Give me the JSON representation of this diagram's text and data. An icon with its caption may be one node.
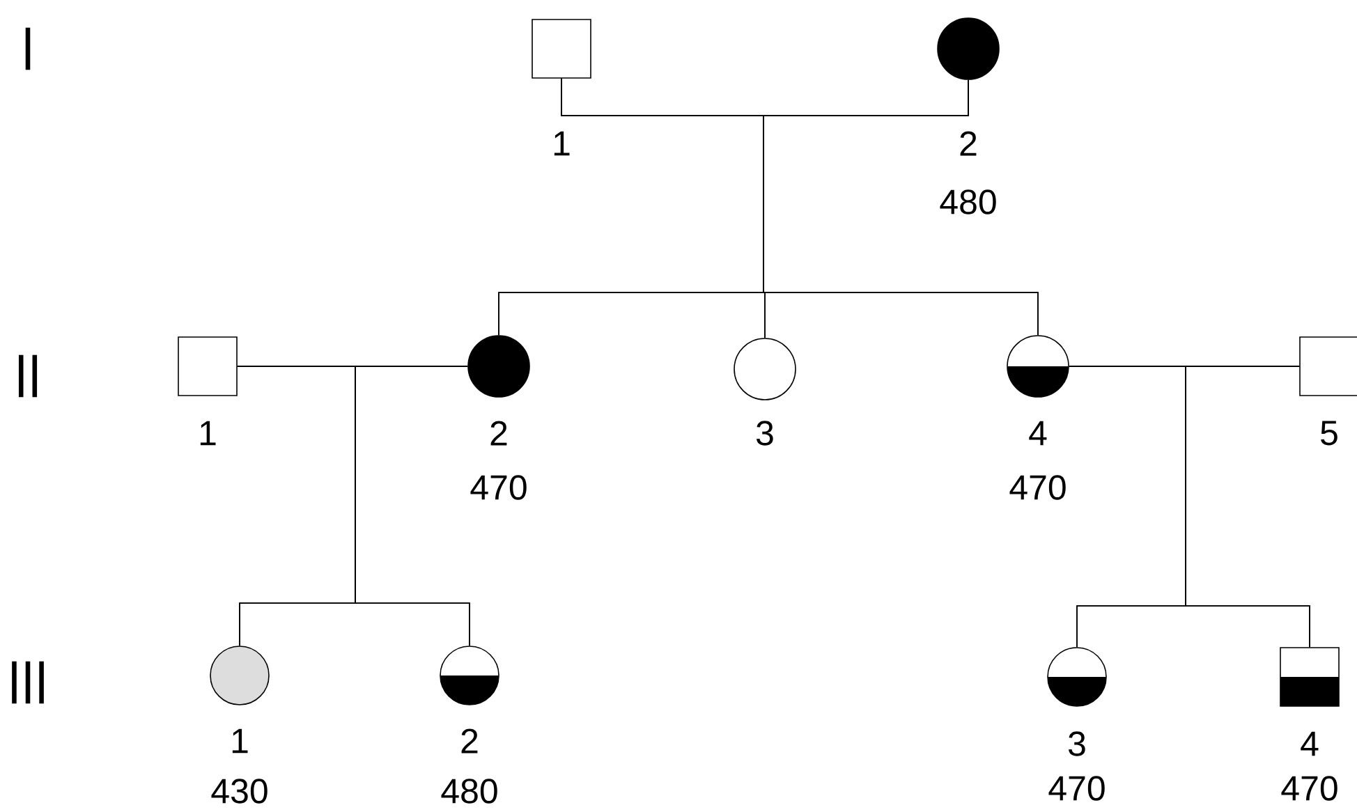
{
  "diagram": {
    "nodes": [
      {
        "text": [],
        "shape": "box",
        "beside": [
          "1"
        ]
      },
      {
        "text": [],
        "shape": "circle",
        "beside": [
          "2",
          "480"
        ]
      },
      {
        "text": [],
        "shape": "box",
        "beside": [
          "1"
        ]
      },
      {
        "text": [],
        "shape": "circle",
        "beside": [
          "2",
          "470"
        ]
      },
      {
        "text": [],
        "shape": "circle",
        "beside": [
          "3"
        ]
      },
      {
        "text": [],
        "shape": "circle",
        "beside": [
          "4",
          "470"
        ]
      },
      {
        "text": [],
        "shape": "box",
        "beside": [
          "5"
        ]
      },
      {
        "text": [],
        "shape": "circle",
        "beside": [
          "1",
          "430"
        ]
      },
      {
        "text": [],
        "shape": "circle",
        "beside": [
          "2",
          "480"
        ]
      },
      {
        "text": [],
        "shape": "circle",
        "beside": [
          "3",
          "470"
        ]
      },
      {
        "text": [],
        "shape": "box",
        "beside": [
          "4",
          "470"
        ]
      }
    ],
    "edges": [
      {
        "from": 0,
        "to": 1,
        "arrow": "none"
      },
      {
        "from": 0,
        "to": 3,
        "arrow": "none"
      },
      {
        "from": 0,
        "to": 4,
        "arrow": "none"
      },
      {
        "from": 0,
        "to": 5,
        "arrow": "none"
      },
      {
        "from": 1,
        "to": 3,
        "arrow": "none"
      },
      {
        "from": 1,
        "to": 4,
        "arrow": "none"
      },
      {
        "from": 1,
        "to": 5,
        "arrow": "none"
      },
      {
        "from": 2,
        "to": 3,
        "arrow": "none"
      },
      {
        "from": 2,
        "to": 7,
        "arrow": "none"
      },
      {
        "from": 2,
        "to": 8,
        "arrow": "none"
      },
      {
        "from": 3,
        "to": 7,
        "arrow": "none"
      },
      {
        "from": 3,
        "to": 8,
        "arrow": "none"
      },
      {
        "from": 5,
        "to": 6,
        "arrow": "none"
      },
      {
        "from": 5,
        "to": 9,
        "arrow": "none"
      },
      {
        "from": 5,
        "to": 10,
        "arrow": "none"
      },
      {
        "from": 6,
        "to": 9,
        "arrow": "none"
      },
      {
        "from": 6,
        "to": 10,
        "arrow": "none"
      }
    ],
    "labels": [
      "I",
      "II",
      "III"
    ]
  }
}
